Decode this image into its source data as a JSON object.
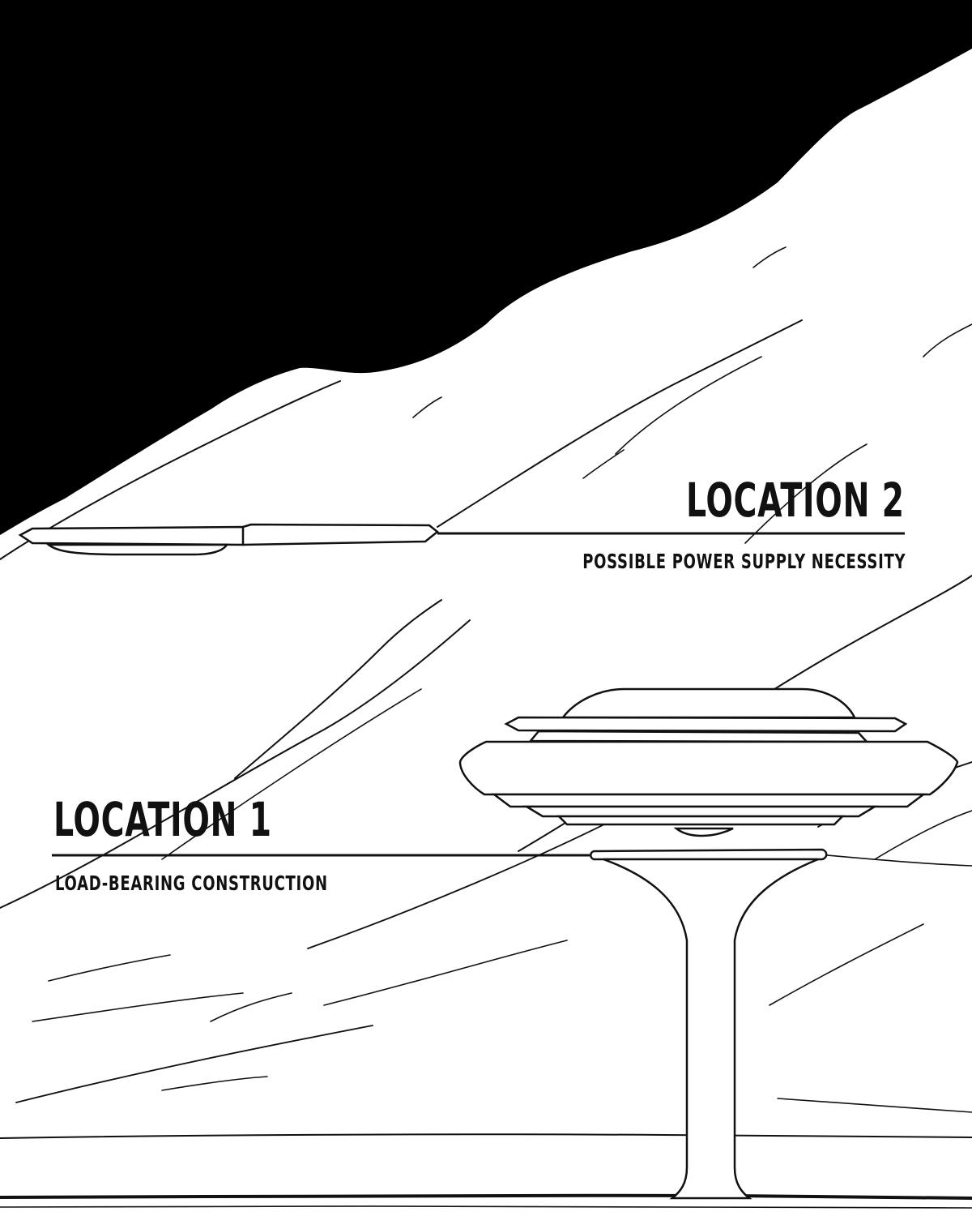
{
  "location2": {
    "title": "LOCATION 2",
    "subtitle": "POSSIBLE POWER SUPPLY NECESSITY"
  },
  "location1": {
    "title": "LOCATION 1",
    "subtitle": "LOAD-BEARING CONSTRUCTION"
  },
  "colors": {
    "sky": "#000000",
    "ground": "#ffffff",
    "ink": "#111111"
  }
}
